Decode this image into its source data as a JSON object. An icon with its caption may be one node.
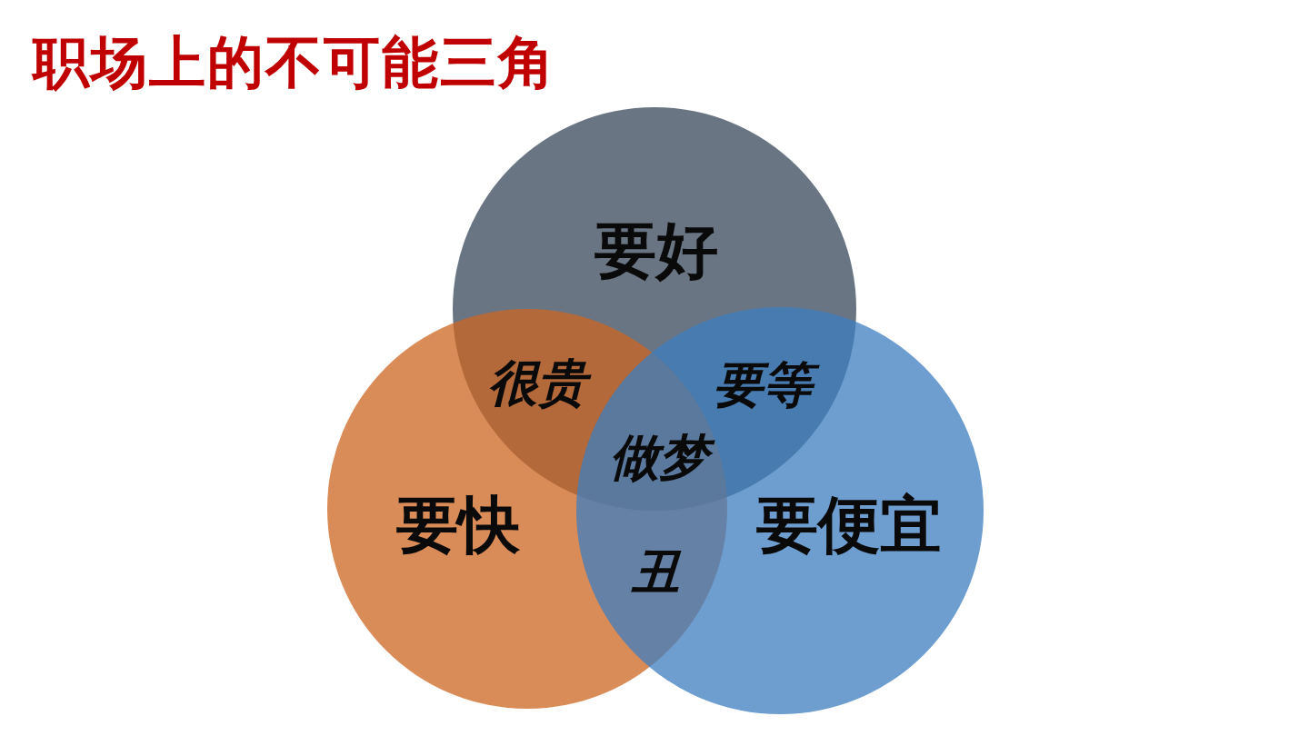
{
  "diagram": {
    "title": "职场上的不可能三角",
    "nodes": [
      {
        "text": [
          "要好"
        ]
      },
      {
        "text": [
          "要快"
        ]
      },
      {
        "text": [
          "要便宜"
        ]
      }
    ],
    "labels": [
      "很贵",
      "要等",
      "做梦",
      "丑"
    ]
  }
}
